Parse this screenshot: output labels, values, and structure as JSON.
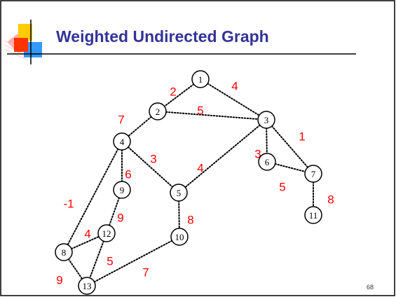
{
  "slide": {
    "title": "Weighted Undirected Graph",
    "page_number": "68"
  },
  "colors": {
    "title": "#333399",
    "weight": "#ff0000",
    "edge": "#000000",
    "deco_red": "#ff3300",
    "deco_yellow": "#ffcc00",
    "deco_blue": "#3399ff"
  },
  "graph": {
    "nodes": [
      {
        "id": "1",
        "label": "1"
      },
      {
        "id": "2",
        "label": "2"
      },
      {
        "id": "3",
        "label": "3"
      },
      {
        "id": "4",
        "label": "4"
      },
      {
        "id": "5",
        "label": "5"
      },
      {
        "id": "6",
        "label": "6"
      },
      {
        "id": "7",
        "label": "7"
      },
      {
        "id": "8",
        "label": "8"
      },
      {
        "id": "9",
        "label": "9"
      },
      {
        "id": "10",
        "label": "10"
      },
      {
        "id": "11",
        "label": "11"
      },
      {
        "id": "12",
        "label": "12"
      },
      {
        "id": "13",
        "label": "13"
      }
    ],
    "edges": [
      {
        "from": "1",
        "to": "2",
        "weight": "2"
      },
      {
        "from": "1",
        "to": "3",
        "weight": "4"
      },
      {
        "from": "2",
        "to": "3",
        "weight": "5"
      },
      {
        "from": "2",
        "to": "4",
        "weight": "7"
      },
      {
        "from": "4",
        "to": "5",
        "weight": "3"
      },
      {
        "from": "3",
        "to": "5",
        "weight": "4"
      },
      {
        "from": "3",
        "to": "6",
        "weight": "3"
      },
      {
        "from": "3",
        "to": "7",
        "weight": "1"
      },
      {
        "from": "6",
        "to": "7",
        "weight": "5"
      },
      {
        "from": "7",
        "to": "11",
        "weight": "8"
      },
      {
        "from": "4",
        "to": "9",
        "weight": "6"
      },
      {
        "from": "4",
        "to": "8",
        "weight": "-1"
      },
      {
        "from": "9",
        "to": "12",
        "weight": "9"
      },
      {
        "from": "5",
        "to": "10",
        "weight": "8"
      },
      {
        "from": "8",
        "to": "12",
        "weight": "4"
      },
      {
        "from": "12",
        "to": "13",
        "weight": "5"
      },
      {
        "from": "10",
        "to": "13",
        "weight": "7"
      },
      {
        "from": "8",
        "to": "13",
        "weight": "9"
      }
    ]
  }
}
